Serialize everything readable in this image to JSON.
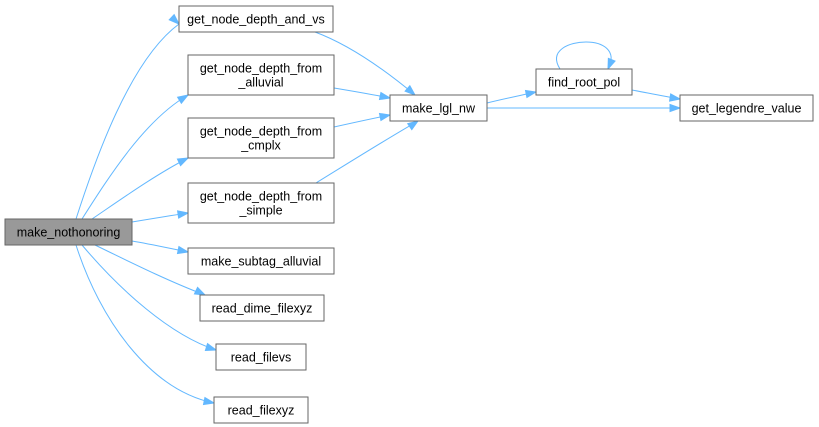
{
  "colors": {
    "node_fill": "#ffffff",
    "root_fill": "#999999",
    "node_border": "#666666",
    "edge": "#63b8ff"
  },
  "nodes": {
    "make_nothonoring": {
      "lines": [
        "make_nothonoring"
      ]
    },
    "get_node_depth_and_vs": {
      "lines": [
        "get_node_depth_and_vs"
      ]
    },
    "get_node_depth_from_alluvial": {
      "lines": [
        "get_node_depth_from",
        "_alluvial"
      ]
    },
    "get_node_depth_from_cmplx": {
      "lines": [
        "get_node_depth_from",
        "_cmplx"
      ]
    },
    "get_node_depth_from_simple": {
      "lines": [
        "get_node_depth_from",
        "_simple"
      ]
    },
    "make_subtag_alluvial": {
      "lines": [
        "make_subtag_alluvial"
      ]
    },
    "read_dime_filexyz": {
      "lines": [
        "read_dime_filexyz"
      ]
    },
    "read_filevs": {
      "lines": [
        "read_filevs"
      ]
    },
    "read_filexyz": {
      "lines": [
        "read_filexyz"
      ]
    },
    "make_lgl_nw": {
      "lines": [
        "make_lgl_nw"
      ]
    },
    "find_root_pol": {
      "lines": [
        "find_root_pol"
      ]
    },
    "get_legendre_value": {
      "lines": [
        "get_legendre_value"
      ]
    }
  },
  "edges": [
    {
      "from": "make_nothonoring",
      "to": "get_node_depth_and_vs"
    },
    {
      "from": "make_nothonoring",
      "to": "get_node_depth_from_alluvial"
    },
    {
      "from": "make_nothonoring",
      "to": "get_node_depth_from_cmplx"
    },
    {
      "from": "make_nothonoring",
      "to": "get_node_depth_from_simple"
    },
    {
      "from": "make_nothonoring",
      "to": "make_subtag_alluvial"
    },
    {
      "from": "make_nothonoring",
      "to": "read_dime_filexyz"
    },
    {
      "from": "make_nothonoring",
      "to": "read_filevs"
    },
    {
      "from": "make_nothonoring",
      "to": "read_filexyz"
    },
    {
      "from": "get_node_depth_and_vs",
      "to": "make_lgl_nw"
    },
    {
      "from": "get_node_depth_from_alluvial",
      "to": "make_lgl_nw"
    },
    {
      "from": "get_node_depth_from_cmplx",
      "to": "make_lgl_nw"
    },
    {
      "from": "get_node_depth_from_simple",
      "to": "make_lgl_nw"
    },
    {
      "from": "make_lgl_nw",
      "to": "find_root_pol"
    },
    {
      "from": "make_lgl_nw",
      "to": "get_legendre_value"
    },
    {
      "from": "find_root_pol",
      "to": "find_root_pol"
    },
    {
      "from": "find_root_pol",
      "to": "get_legendre_value"
    }
  ]
}
